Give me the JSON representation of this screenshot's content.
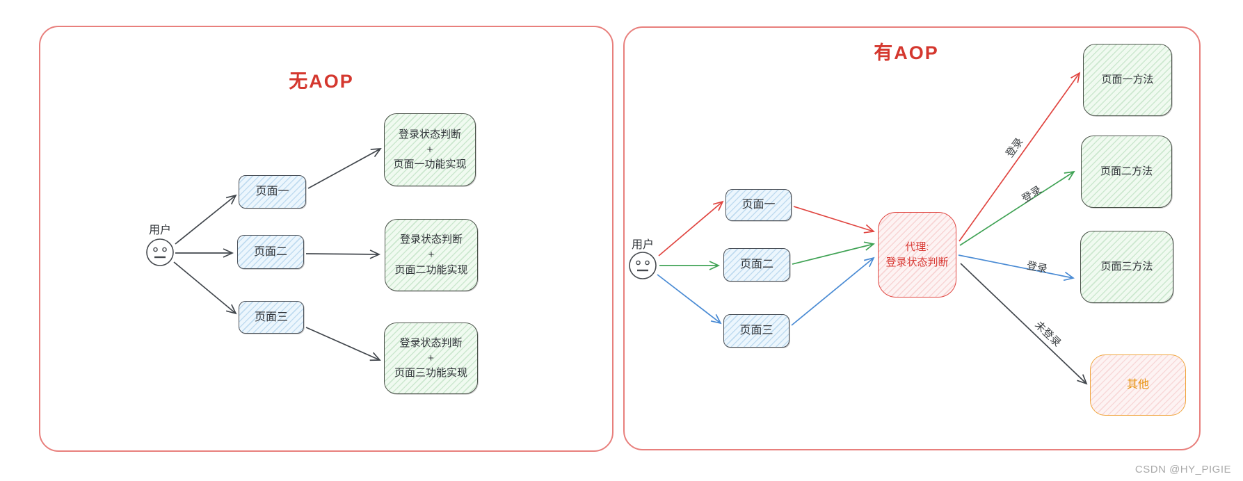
{
  "left_panel": {
    "title": "无AOP",
    "user_label": "用户",
    "pages": [
      "页面一",
      "页面二",
      "页面三"
    ],
    "impls": [
      [
        "登录状态判断",
        "+",
        "页面一功能实现"
      ],
      [
        "登录状态判断",
        "+",
        "页面二功能实现"
      ],
      [
        "登录状态判断",
        "+",
        "页面三功能实现"
      ]
    ]
  },
  "right_panel": {
    "title": "有AOP",
    "user_label": "用户",
    "pages": [
      "页面一",
      "页面二",
      "页面三"
    ],
    "proxy": [
      "代理:",
      "登录状态判断"
    ],
    "methods": [
      "页面一方法",
      "页面二方法",
      "页面三方法"
    ],
    "other_label": "其他",
    "edge_labels": {
      "page1": "登录",
      "page2": "登录",
      "page3": "登录",
      "other": "未登录"
    }
  },
  "watermark": "CSDN @HY_PIGIE",
  "colors": {
    "arrow_red": "#e04540",
    "arrow_green": "#3fa254",
    "arrow_blue": "#4a8bd4",
    "arrow_black": "#41464c",
    "panel_border": "#e87f7c",
    "title_red": "#d4372e",
    "proxy_border": "#e04540",
    "other_border": "#f0a43c",
    "other_text": "#e8930f"
  }
}
